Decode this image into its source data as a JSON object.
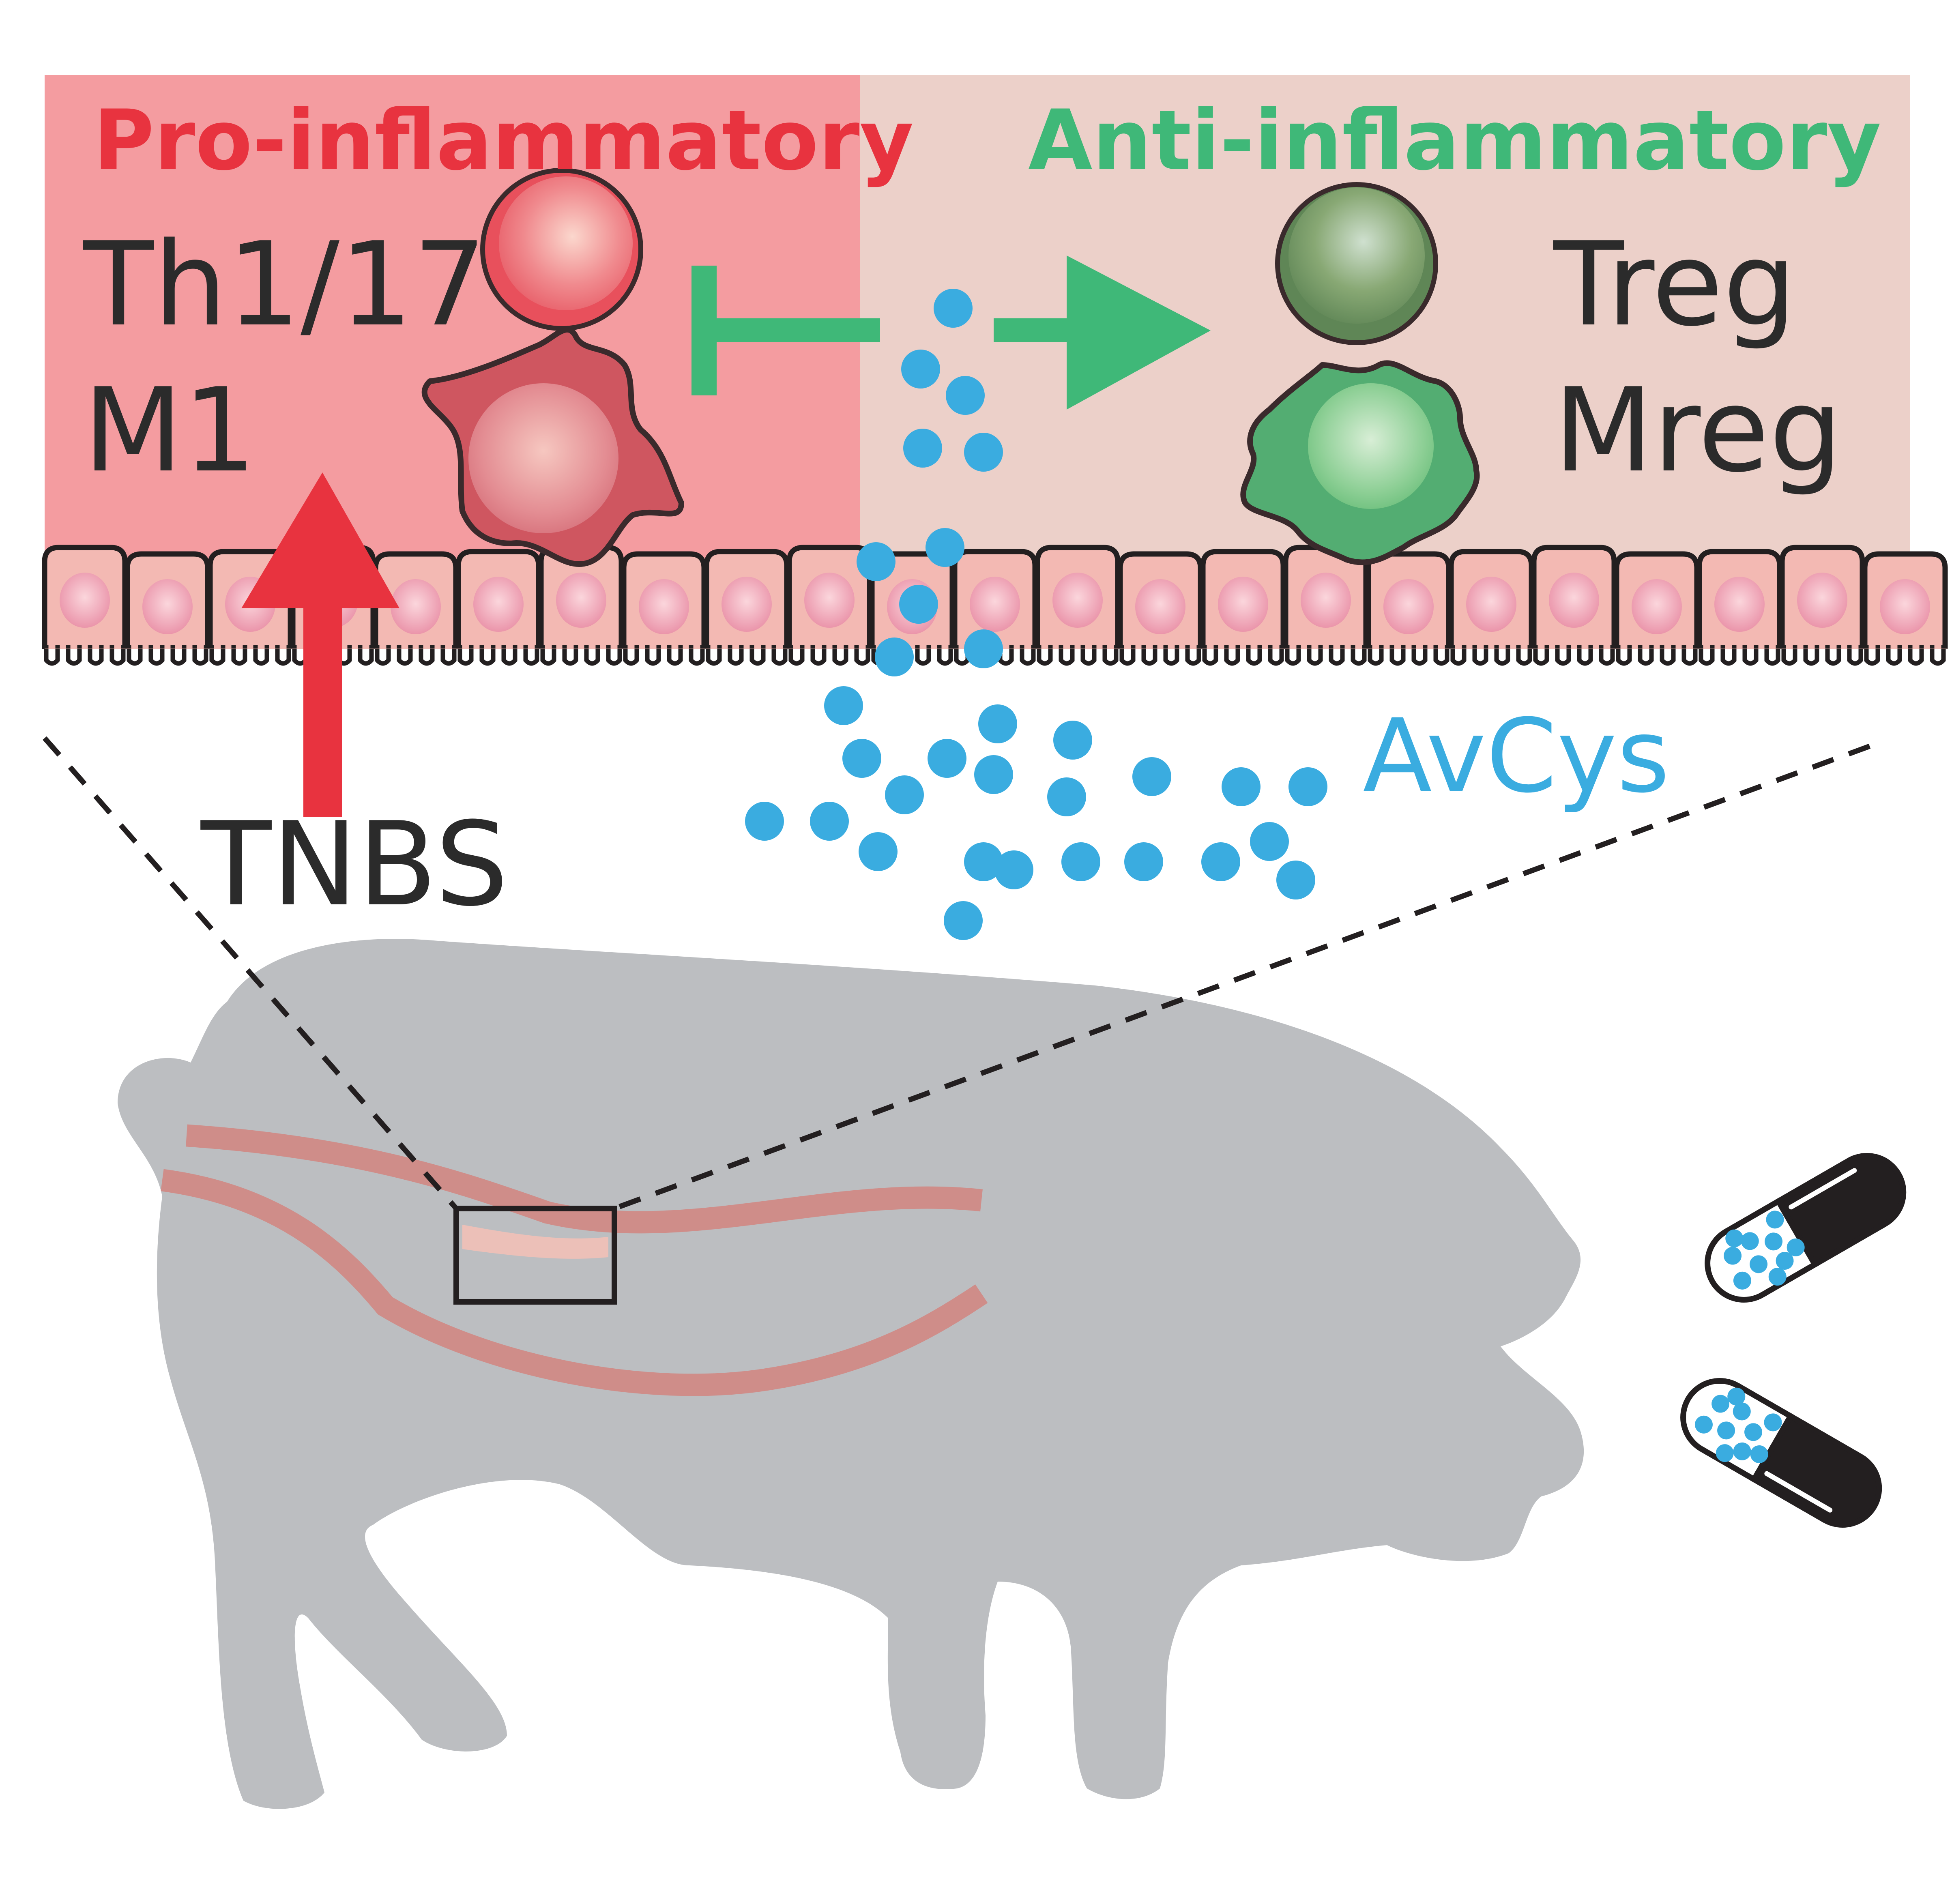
{
  "labels": {
    "pro_inflammatory": "Pro-inflammatory",
    "anti_inflammatory": "Anti-inflammatory",
    "th1_17": "Th1/17",
    "m1": "M1",
    "treg": "Treg",
    "mreg": "Mreg",
    "tnbs": "TNBS",
    "avcys": "AvCys"
  },
  "colors": {
    "pro_panel": "#f49ca0",
    "anti_panel": "#ecd0c9",
    "pro_text": "#e8333f",
    "anti_text": "#3fb878",
    "avcys_text": "#3aace0",
    "particle": "#3aace0",
    "pig": "#bcbec1",
    "intestine": "#d08a86",
    "red_arrow": "#e8333f",
    "green_arrow": "#3fb878",
    "capsule_dark": "#231f20"
  },
  "icons": [
    "red-lymphocyte-icon",
    "red-macrophage-icon",
    "green-lymphocyte-icon",
    "green-macrophage-icon",
    "pig-silhouette-icon",
    "capsule-icon"
  ]
}
